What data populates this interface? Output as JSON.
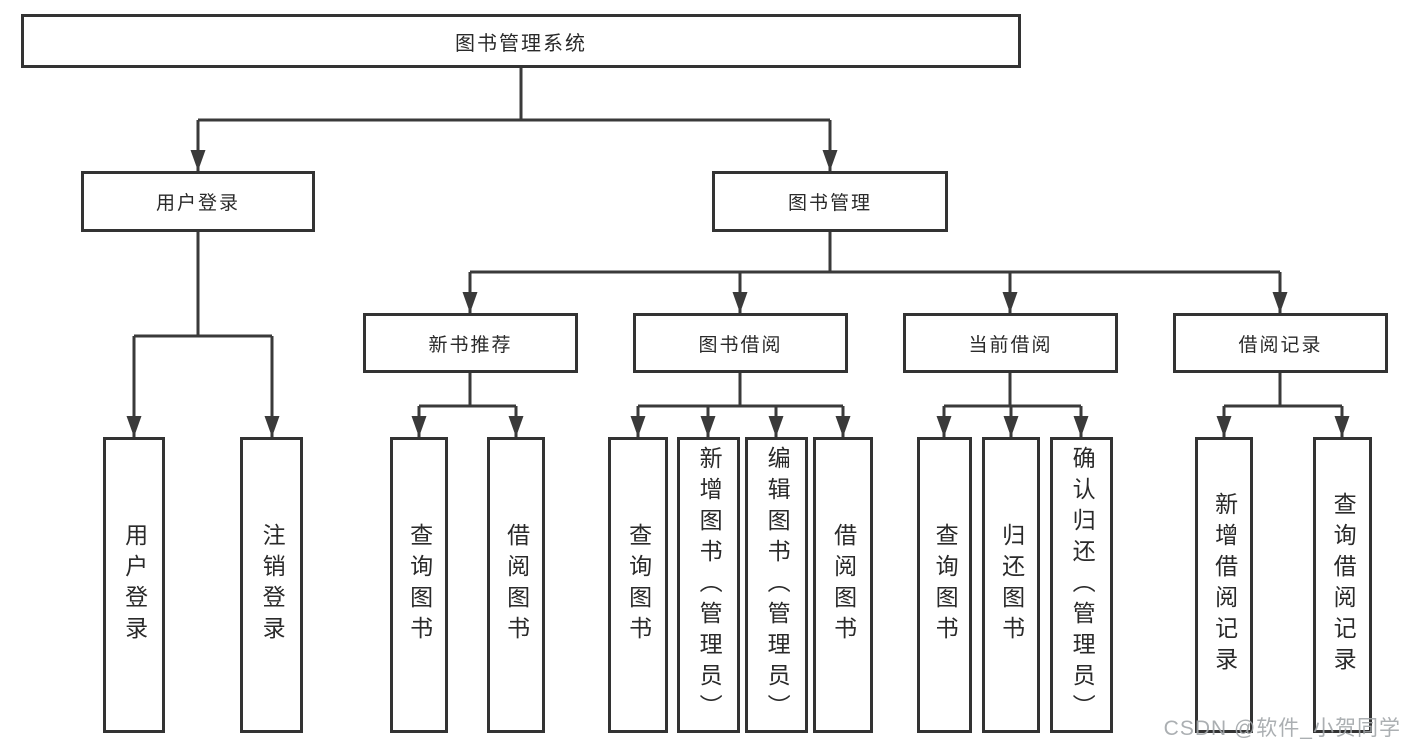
{
  "tree": {
    "root": "图书管理系统",
    "login": {
      "label": "用户登录",
      "children": [
        "用户登录",
        "注销登录"
      ]
    },
    "manage": {
      "label": "图书管理",
      "sections": [
        {
          "label": "新书推荐",
          "children": [
            "查询图书",
            "借阅图书"
          ]
        },
        {
          "label": "图书借阅",
          "children": [
            "查询图书",
            "新增图书（管理员）",
            "编辑图书（管理员）",
            "借阅图书"
          ]
        },
        {
          "label": "当前借阅",
          "children": [
            "查询图书",
            "归还图书",
            "确认归还（管理员）"
          ]
        },
        {
          "label": "借阅记录",
          "children": [
            "新增借阅记录",
            "查询借阅记录"
          ]
        }
      ]
    }
  },
  "watermark": {
    "text": "CSDN @软件_小贺同学"
  },
  "colors": {
    "line": "#3a3a3a",
    "box_border": "#333333",
    "text": "#2a2a2a",
    "watermark": "#a2a6aa",
    "background": "#ffffff"
  }
}
